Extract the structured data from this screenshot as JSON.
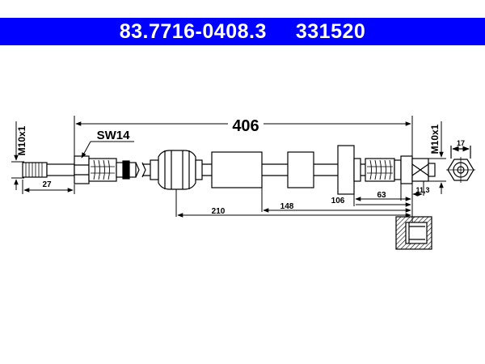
{
  "header": {
    "part_number": "83.7716-0408.3",
    "ref_number": "331520"
  },
  "drawing": {
    "overall_length": "406",
    "wrench_size": "SW14",
    "thread_left": "M10x1",
    "thread_right": "M10x1",
    "dims": {
      "d27": "27",
      "d210": "210",
      "d148": "148",
      "d106": "106",
      "d63": "63",
      "d11_3": "11,3",
      "d17": "17"
    }
  }
}
